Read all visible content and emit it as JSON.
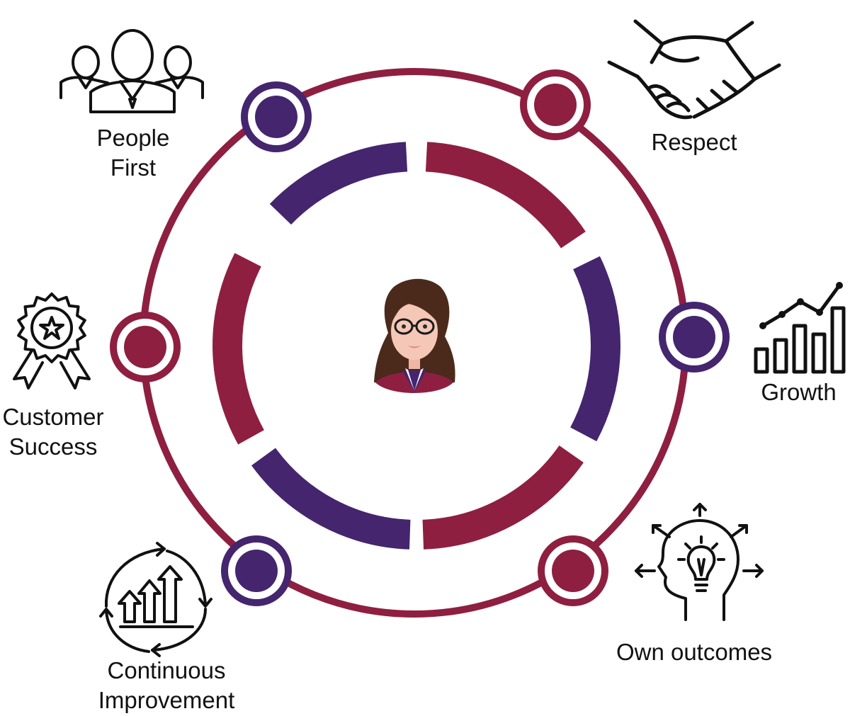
{
  "colors": {
    "crimson": "#8e1f41",
    "purple": "#44256e",
    "ink": "#111111",
    "skin": "#f4c7b6",
    "hair": "#4b2a1c"
  },
  "center": {
    "icon": "woman-avatar-icon"
  },
  "values": [
    {
      "id": "people-first",
      "lines": [
        "People",
        "First"
      ],
      "icon": "group-of-people-icon",
      "node_color": "purple"
    },
    {
      "id": "respect",
      "lines": [
        "Respect"
      ],
      "icon": "handshake-icon",
      "node_color": "crimson"
    },
    {
      "id": "growth",
      "lines": [
        "Growth"
      ],
      "icon": "growth-chart-icon",
      "node_color": "purple"
    },
    {
      "id": "own-outcomes",
      "lines": [
        "Own outcomes"
      ],
      "icon": "lightbulb-head-icon",
      "node_color": "crimson"
    },
    {
      "id": "continuous-improvement",
      "lines": [
        "Continuous",
        "Improvement"
      ],
      "icon": "cycle-arrows-icon",
      "node_color": "purple"
    },
    {
      "id": "customer-success",
      "lines": [
        "Customer",
        "Success"
      ],
      "icon": "award-badge-icon",
      "node_color": "crimson"
    }
  ],
  "ring_segments": [
    "purple",
    "crimson",
    "purple",
    "crimson",
    "purple",
    "crimson"
  ]
}
